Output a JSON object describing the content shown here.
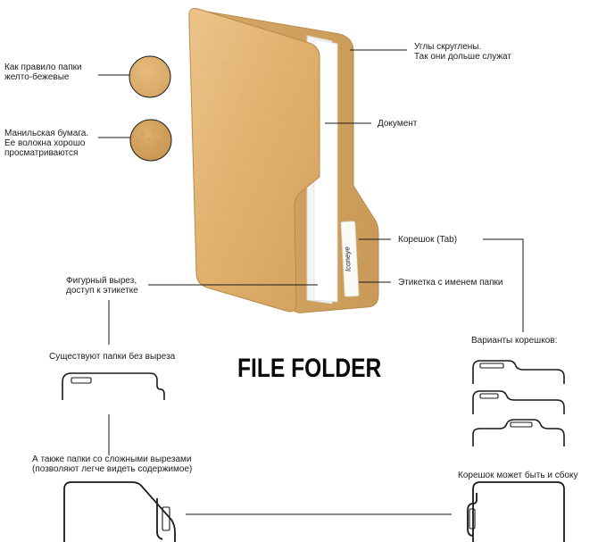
{
  "title": "FILE FOLDER",
  "tab_label_text": "Iconeye",
  "colors": {
    "manila": "#e2b473",
    "manila_dark": "#c69654",
    "line": "#1a1a1a",
    "paper": "#f7f7f5"
  },
  "annotations": {
    "rounded_corners": "Углы скруглены.\nТак они дольше служат",
    "usually_beige": "Как правило папки\nжелто-бежевые",
    "manila_paper": "Манильская бумага.\nЕе волокна хорошо\nпросматриваются",
    "document": "Документ",
    "tab": "Корешок (Tab)",
    "name_label": "Этикетка с именем папки",
    "cutout": "Фигурный вырез,\nдоступ к этикетке",
    "no_cutout": "Существуют папки без выреза",
    "tab_variants": "Варианты корешков:",
    "complex_cutouts": "А также папки со сложными вырезами\n(позволяют легче видеть содержимое)",
    "side_tab": "Корешок может быть и сбоку"
  }
}
